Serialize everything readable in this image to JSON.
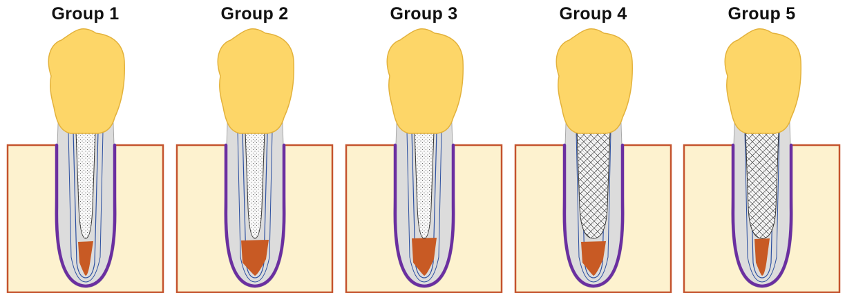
{
  "colors": {
    "crown": "#fdd668",
    "crown_stroke": "#e3b23c",
    "bone_fill": "#fdf2cf",
    "bone_stroke": "#c4532d",
    "root": "#dcdcdc",
    "root_stroke": "#a8a8a8",
    "canal_line": "#2b4fa0",
    "periodontal": "#6b2fa0",
    "apical_plug": "#c85a24",
    "filling": "#f8f8f8"
  },
  "groups": [
    {
      "label": "Group 1",
      "post_pattern": "dots",
      "post_width": "narrow",
      "plug_depth": "small"
    },
    {
      "label": "Group 2",
      "post_pattern": "dots",
      "post_width": "narrow",
      "plug_depth": "large"
    },
    {
      "label": "Group 3",
      "post_pattern": "dots",
      "post_width": "narrow",
      "plug_depth": "medium"
    },
    {
      "label": "Group 4",
      "post_pattern": "weave",
      "post_width": "wide",
      "plug_depth": "medium"
    },
    {
      "label": "Group 5",
      "post_pattern": "weave",
      "post_width": "wide",
      "plug_depth": "small"
    }
  ]
}
